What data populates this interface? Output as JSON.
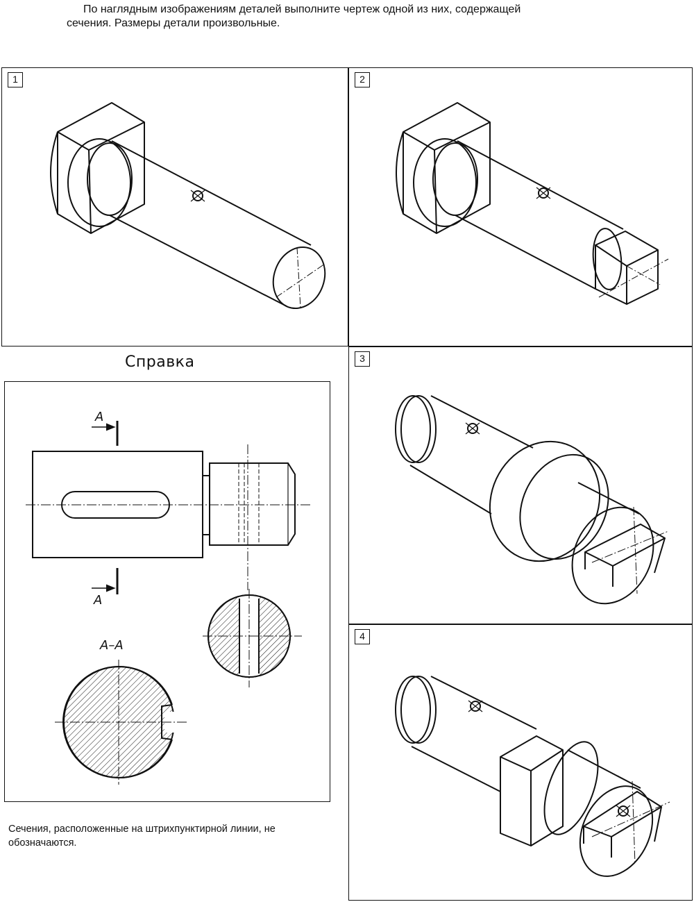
{
  "task": {
    "line1": "По наглядным изображениям деталей выполните чертеж одной из них, содержащей",
    "line2": "сечения. Размеры детали произвольные."
  },
  "panels": [
    {
      "number": "1"
    },
    {
      "number": "2"
    },
    {
      "number": "3"
    },
    {
      "number": "4"
    }
  ],
  "reference": {
    "title": "Справка",
    "cut_label_top": "A",
    "cut_label_bottom": "A",
    "section_label": "A–A"
  },
  "note": {
    "line1": "Сечения, расположенные на штрихпунктирной линии, не",
    "line2": "обозначаются."
  }
}
